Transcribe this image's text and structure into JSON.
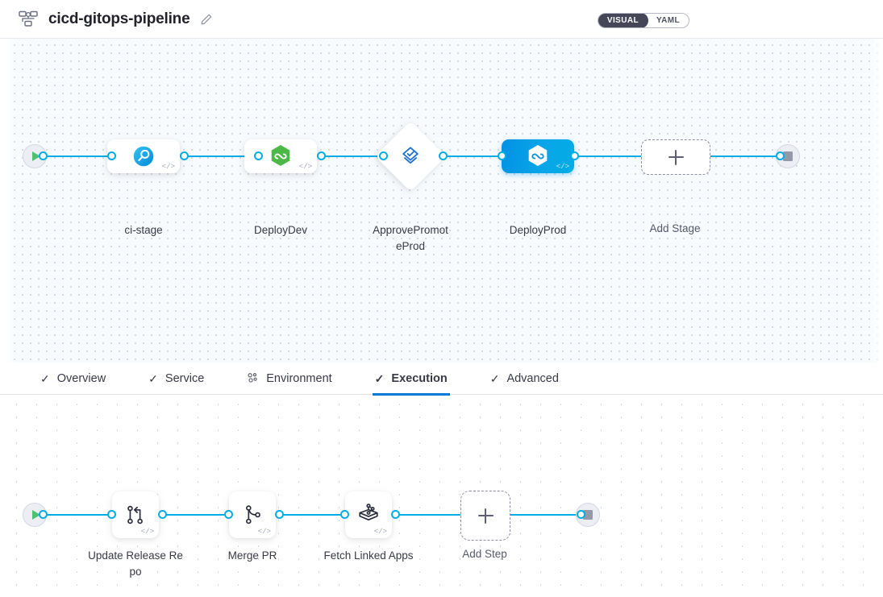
{
  "header": {
    "icon": "pipeline-nodes-icon",
    "title": "cicd-gitops-pipeline",
    "edit_icon": "pencil-edit-icon",
    "view_toggle": {
      "visual_label": "VISUAL",
      "yaml_label": "YAML",
      "selected": "VISUAL"
    }
  },
  "colors": {
    "accent": "#00ade4",
    "selected_node": "#0092e4",
    "active_tab_underline": "#0278d5",
    "start_play": "#4dc16e",
    "canvas_bg": "#f7fbfd",
    "text": "#383946"
  },
  "stage_canvas": {
    "start_node": {
      "name": "pipeline-start",
      "icon": "play-icon"
    },
    "end_node": {
      "name": "pipeline-end",
      "icon": "stop-square-icon"
    },
    "stages": [
      {
        "label": "ci-stage",
        "icon": "ci-build-icon",
        "type": "card",
        "selected": false,
        "code_glyph": "</>"
      },
      {
        "label": "DeployDev",
        "icon": "green-hexagon-infinity-icon",
        "type": "card",
        "selected": false,
        "code_glyph": "</>"
      },
      {
        "label": "ApprovePromot\u0000eProd",
        "icon": "approval-diamond-check-icon",
        "type": "diamond",
        "selected": false,
        "code_glyph": ""
      },
      {
        "label": "DeployProd",
        "icon": "white-hexagon-infinity-icon",
        "type": "card",
        "selected": true,
        "code_glyph": "</>"
      }
    ],
    "stage_labels": {
      "ci_stage": "ci-stage",
      "deploy_dev": "DeployDev",
      "approve_promote_prod": "ApprovePromoteProd",
      "deploy_prod": "DeployProd"
    },
    "add_stage": {
      "label": "Add Stage",
      "icon": "plus-icon"
    }
  },
  "tabs": [
    {
      "label": "Overview",
      "icon": "check-icon",
      "active": false
    },
    {
      "label": "Service",
      "icon": "check-icon",
      "active": false
    },
    {
      "label": "Environment",
      "icon": "node-cluster-icon",
      "active": false
    },
    {
      "label": "Execution",
      "icon": "check-icon",
      "active": true
    },
    {
      "label": "Advanced",
      "icon": "check-icon",
      "active": false
    }
  ],
  "step_canvas": {
    "start_node": {
      "name": "execution-start",
      "icon": "play-icon"
    },
    "end_node": {
      "name": "execution-end",
      "icon": "stop-square-icon"
    },
    "steps": [
      {
        "label": "Update Release Repo",
        "icon": "git-branch-update-icon",
        "code_glyph": "</>"
      },
      {
        "label": "Merge PR",
        "icon": "git-merge-icon",
        "code_glyph": "</>"
      },
      {
        "label": "Fetch Linked Apps",
        "icon": "gitops-fetch-apps-icon",
        "code_glyph": "</>"
      }
    ],
    "add_step": {
      "label": "Add Step",
      "icon": "plus-icon"
    }
  }
}
